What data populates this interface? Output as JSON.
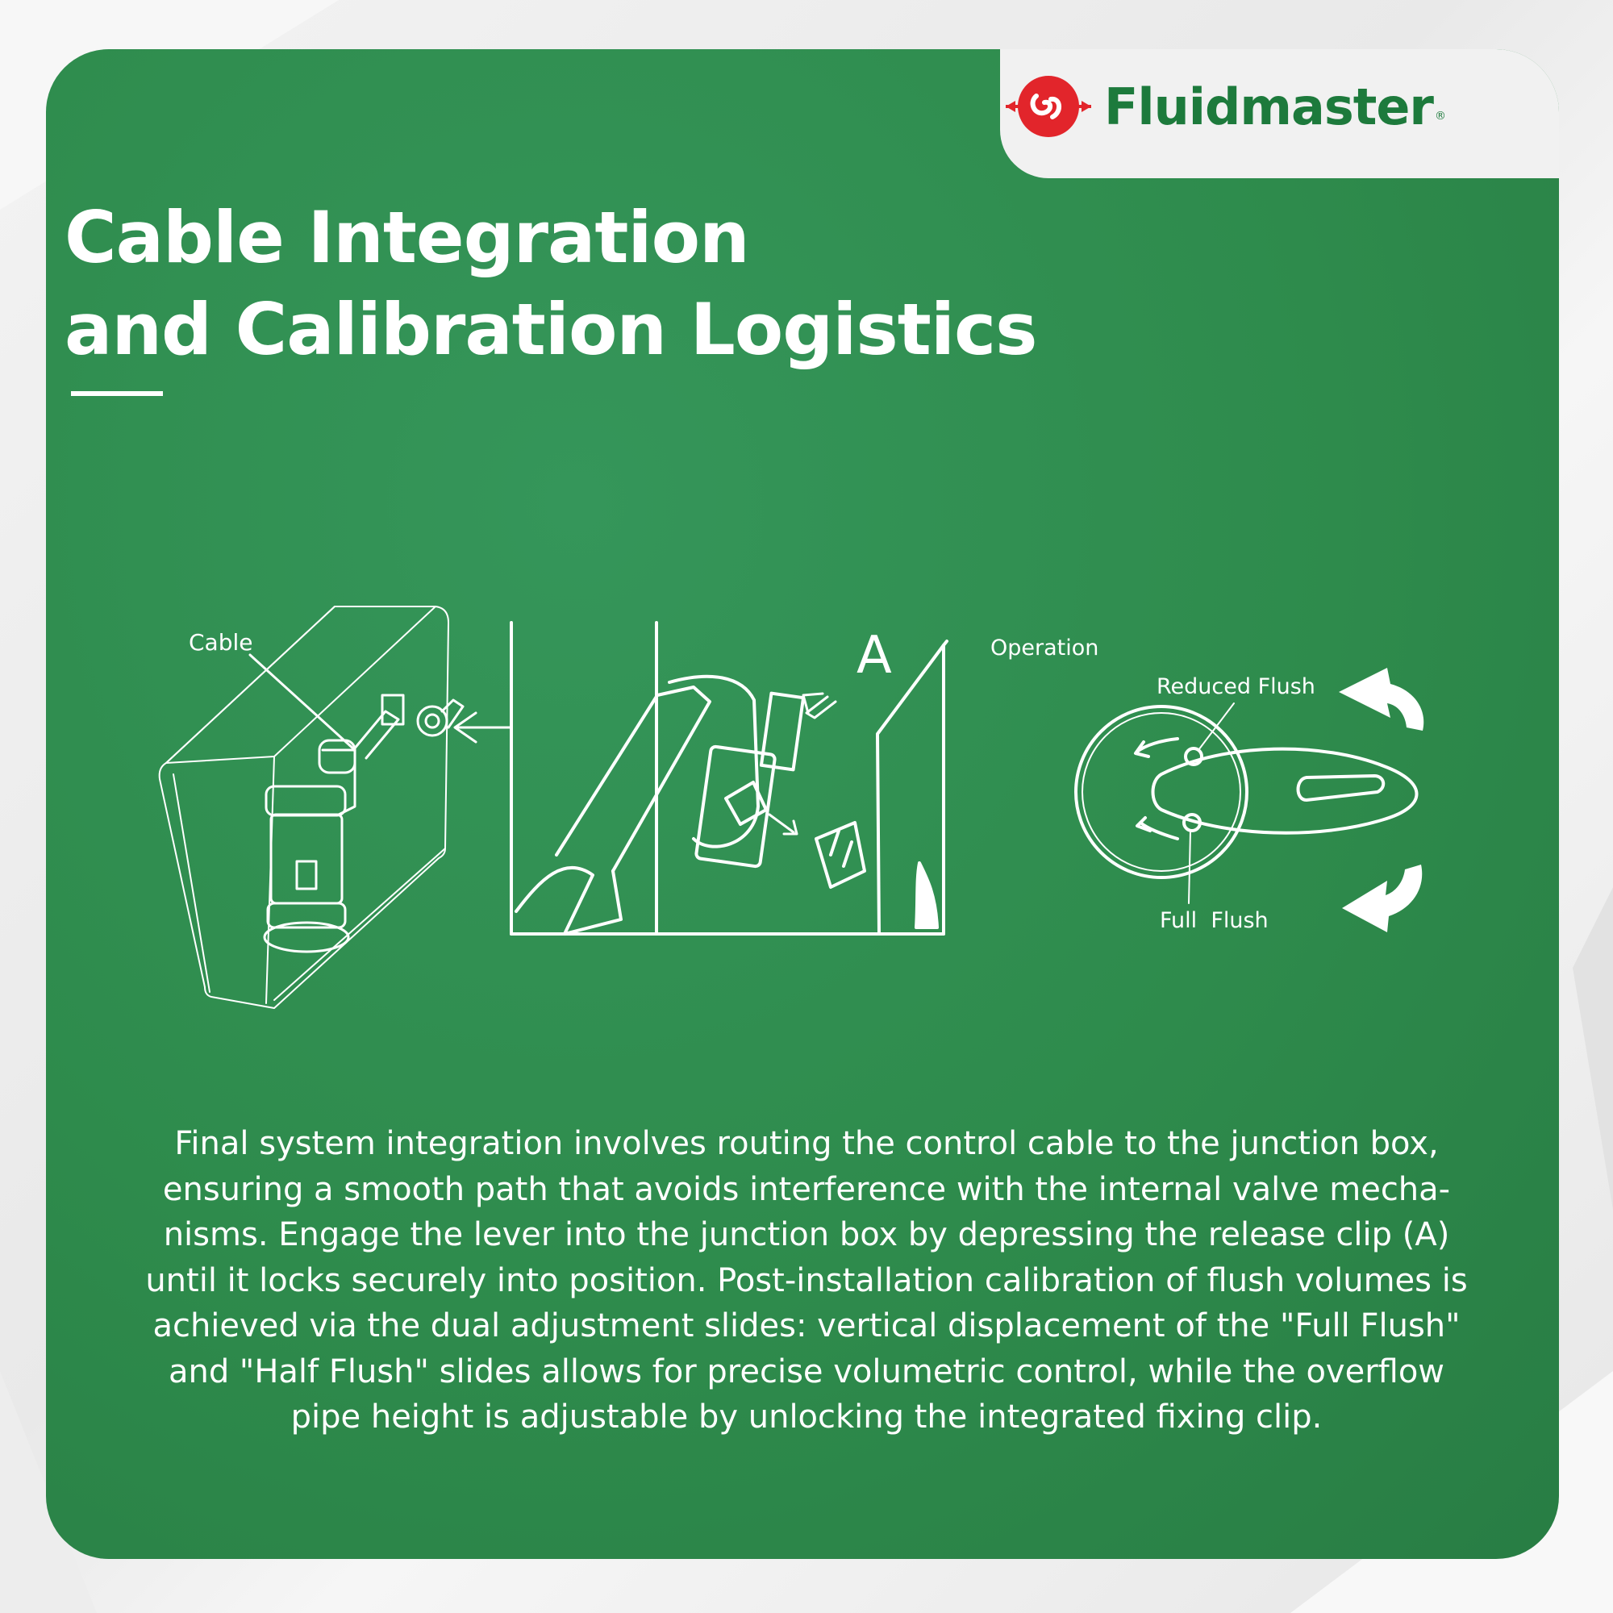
{
  "brand": {
    "name": "Fluidmaster",
    "registered": "®"
  },
  "title": {
    "line1": "Cable Integration",
    "line2": "and Calibration Logistics"
  },
  "diagram": {
    "label_cable": "Cable",
    "label_a": "A",
    "label_operation": "Operation",
    "label_reduced_flush": "Reduced Flush",
    "label_full_flush": "Full  Flush"
  },
  "body": {
    "lines": [
      "Final system integration involves routing the control cable to the junction box,",
      "ensuring a smooth path that avoids interference with the internal valve mecha-",
      "nisms. Engage the lever into the junction box by depressing the release clip (A)",
      "until it locks securely into position. Post-installation calibration of flush volumes is",
      "achieved via the dual adjustment slides: vertical displacement of the \"Full Flush\"",
      "and \"Half Flush\" slides allows for precise volumetric control, while the overflow",
      "pipe height is adjustable by unlocking the integrated fixing clip."
    ]
  },
  "colors": {
    "card_green": "#2e8b4c",
    "brand_green": "#1d7a3c",
    "logo_red": "#e2252b"
  }
}
